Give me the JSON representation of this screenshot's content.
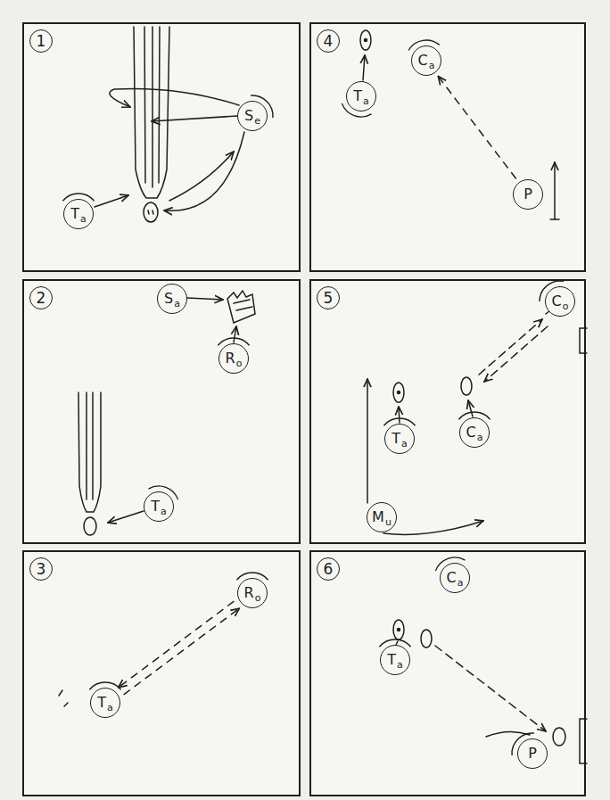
{
  "diagram": {
    "nodes": [
      {
        "text": [
          "1"
        ]
      },
      {
        "text": [
          "S",
          "e"
        ],
        "in": 0
      },
      {
        "text": [
          "T",
          "a"
        ],
        "in": 0
      },
      {
        "text": [
          "2"
        ]
      },
      {
        "text": [
          "S",
          "a"
        ],
        "in": 3
      },
      {
        "text": [
          "R",
          "o"
        ],
        "in": 3
      },
      {
        "text": [
          "T",
          "a"
        ],
        "in": 3
      },
      {
        "text": [
          "3"
        ]
      },
      {
        "text": [
          "R",
          "o"
        ],
        "in": 7
      },
      {
        "text": [
          "T",
          "a"
        ],
        "in": 7
      },
      {
        "text": [
          "4"
        ]
      },
      {
        "text": [
          "C",
          "a"
        ],
        "in": 10
      },
      {
        "text": [
          "T",
          "a"
        ],
        "in": 10
      },
      {
        "text": [
          "P"
        ],
        "in": 10
      },
      {
        "text": [
          "5"
        ]
      },
      {
        "text": [
          "C",
          "o"
        ],
        "in": 14
      },
      {
        "text": [
          "C",
          "a"
        ],
        "in": 14
      },
      {
        "text": [
          "T",
          "a"
        ],
        "in": 14
      },
      {
        "text": [
          "M",
          "u"
        ],
        "in": 14
      },
      {
        "text": [
          "6"
        ]
      },
      {
        "text": [
          "C",
          "a"
        ],
        "in": 19
      },
      {
        "text": [
          "T",
          "a"
        ],
        "in": 19
      },
      {
        "text": [
          "P"
        ],
        "in": 19
      }
    ],
    "edges": [
      {
        "from": 9,
        "to": 8,
        "arrow": "both"
      },
      {
        "from": 13,
        "to": 11,
        "arrow": "to"
      }
    ]
  }
}
